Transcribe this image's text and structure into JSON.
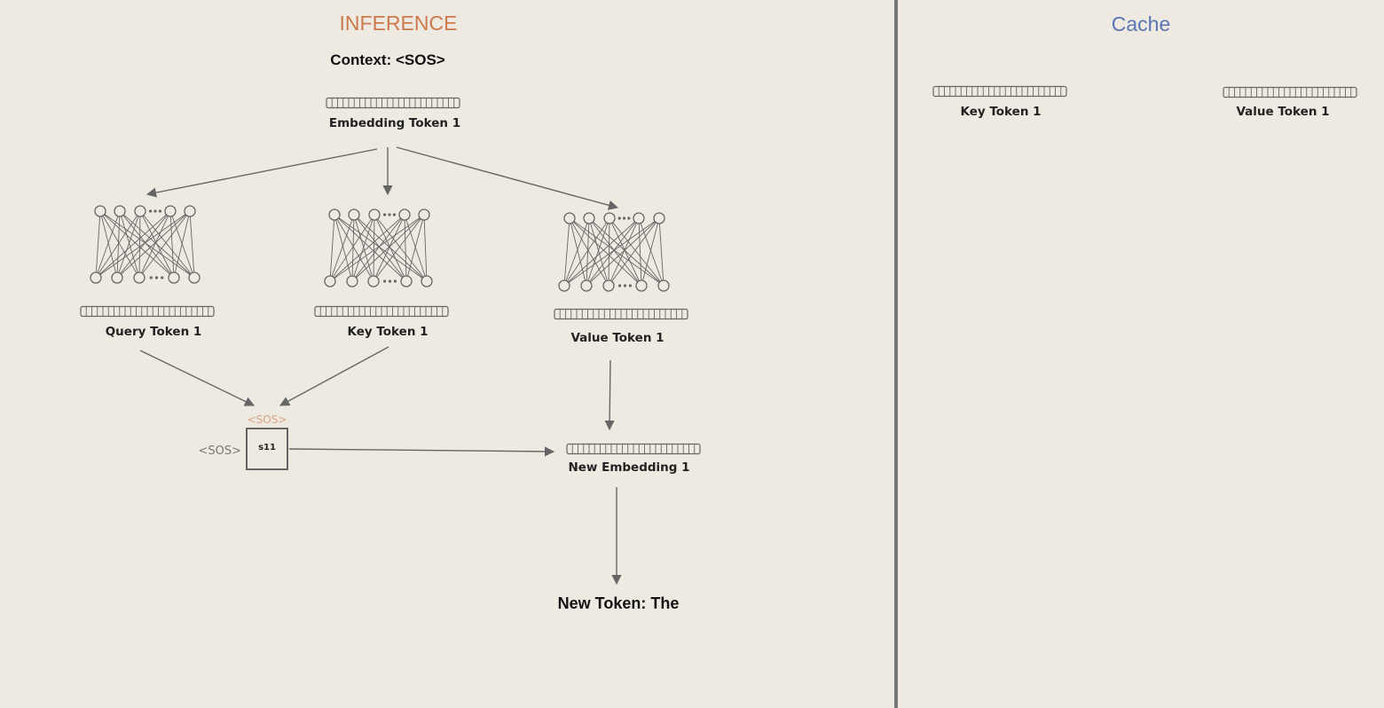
{
  "inference": {
    "title": "INFERENCE",
    "context": "Context: <SOS>",
    "embedding_label": "Embedding Token 1",
    "query_label": "Query Token 1",
    "key_label": "Key Token 1",
    "value_label": "Value Token 1",
    "attention": {
      "row_label": "<SOS>",
      "col_label": "<SOS>",
      "cell_value": "s11"
    },
    "new_embedding_label": "New Embedding 1",
    "new_token": "New Token: The"
  },
  "cache": {
    "title": "Cache",
    "key_label": "Key Token 1",
    "value_label": "Value Token 1"
  },
  "colors": {
    "background": "#eeeae1",
    "inference_title": "#cc7a4d",
    "cache_title": "#5b74b3",
    "attention_header": "#d9a286",
    "lines": "#666666"
  }
}
